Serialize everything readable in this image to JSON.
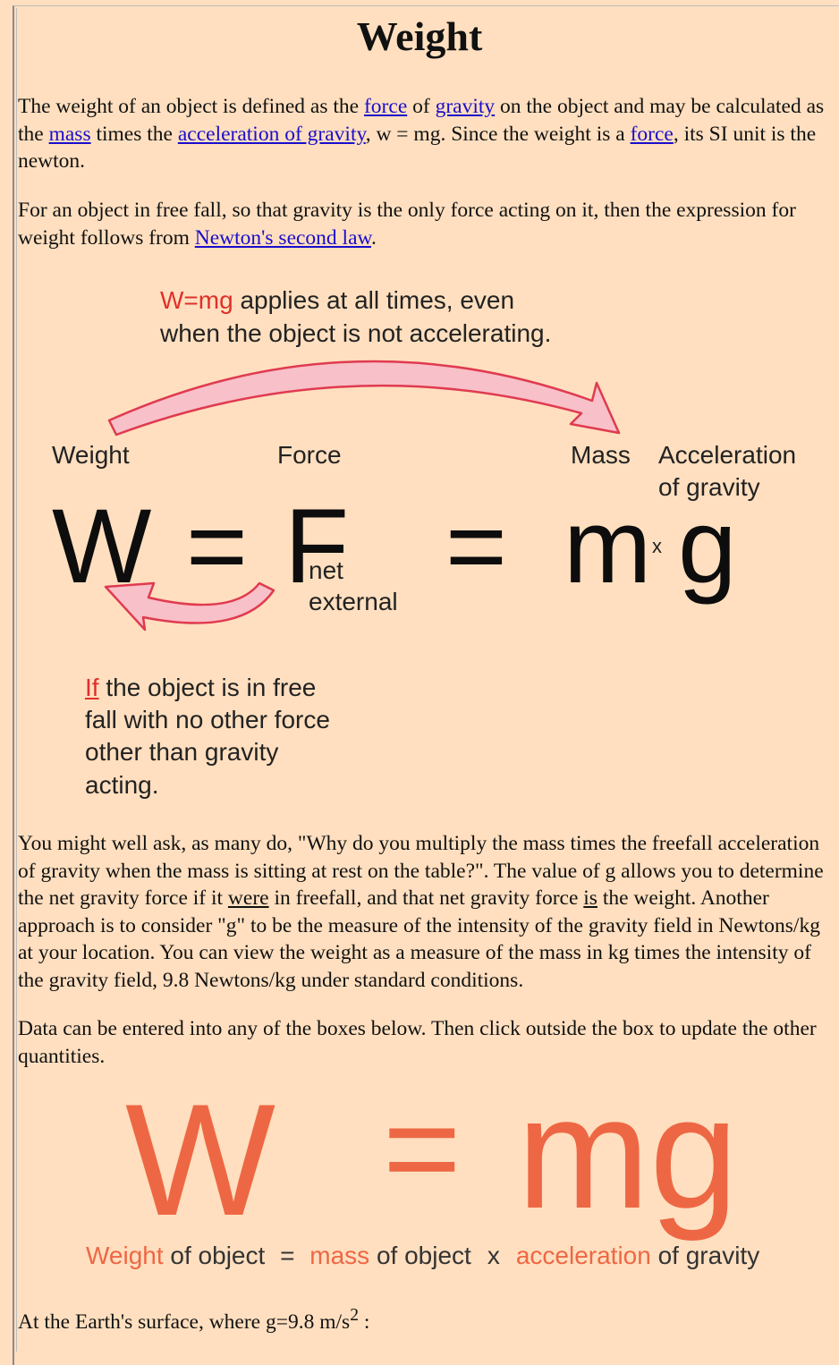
{
  "title": "Weight",
  "para1": {
    "t1": "The weight of an object is defined as the ",
    "link_force": "force",
    "t2": " of ",
    "link_gravity": "gravity",
    "t3": " on the object and may be calculated as the ",
    "link_mass": "mass",
    "t4": " times the ",
    "link_accel": "acceleration of gravity",
    "t5": ", w = mg. Since the weight is a ",
    "link_force2": "force",
    "t6": ", its SI unit is the newton."
  },
  "para2": {
    "t1": "For an object in free fall, so that gravity is the only force acting on it, then the expression for weight follows from ",
    "link_newton": "Newton's second law",
    "t2": "."
  },
  "diagram": {
    "top_note_red": "W=mg",
    "top_note_line1": " applies at all times, even",
    "top_note_line2": "when the object is not accelerating.",
    "label_weight": "Weight",
    "label_force": "Force",
    "label_mass": "Mass",
    "label_accel1": "Acceleration",
    "label_accel2": "of gravity",
    "sym_w": "W",
    "sym_eq1": "=",
    "sym_f": "F",
    "sub_net": "net",
    "sub_external": "external",
    "sym_eq2": "=",
    "sym_m": "m",
    "sym_x": "x",
    "sym_g": "g",
    "bottom_note_red": "If",
    "bottom_note_line1": " the object is in free",
    "bottom_note_line2": "fall with no other force",
    "bottom_note_line3": "other than gravity",
    "bottom_note_line4": "acting.",
    "arrow_color": "#f8c0c8",
    "arrow_stroke": "#e03a50"
  },
  "para3": {
    "t1": "You might well ask, as many do, \"Why do you multiply the mass times the freefall acceleration of gravity when the mass is sitting at rest on the table?\". The value of g allows you to determine the net gravity force if it ",
    "u1": "were",
    "t2": " in freefall, and that net gravity force ",
    "u2": "is",
    "t3": " the weight. Another approach is to consider \"g\" to be the measure of the intensity of the gravity field in Newtons/kg at your location. You can view the weight as a measure of the mass in kg times the intensity of the gravity field, 9.8 Newtons/kg under standard conditions."
  },
  "para4": "Data can be entered into any of the boxes below. Then click outside the box to update the other quantities.",
  "formula": {
    "big_w": "W",
    "big_eq": "=",
    "big_mg": "mg",
    "weight": "Weight",
    "of_object1": " of object",
    "eq": "=",
    "mass": "mass",
    "of_object2": " of object",
    "times": "x",
    "acceleration": "acceleration",
    "of_gravity": " of gravity",
    "color": "#ee6744"
  },
  "para5": {
    "t1": "At the Earth's surface, where g=9.8 m/s",
    "sup": "2",
    "t2": " :"
  }
}
